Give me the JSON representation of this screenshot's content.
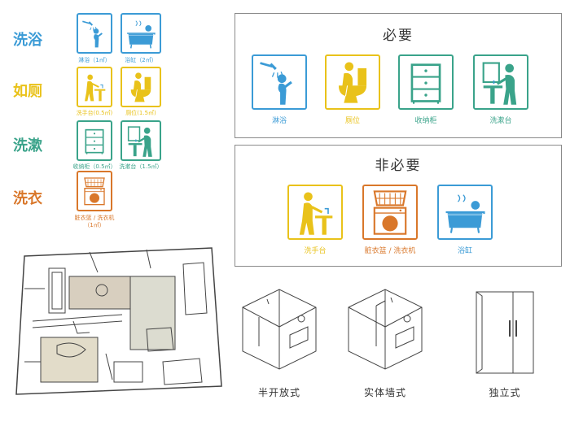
{
  "left_column": {
    "categories": [
      {
        "label": "洗浴",
        "color": "#3b9bd6"
      },
      {
        "label": "如厕",
        "color": "#e9c21a"
      },
      {
        "label": "洗漱",
        "color": "#3aa38a"
      },
      {
        "label": "洗衣",
        "color": "#d9772a"
      }
    ],
    "tiles": [
      {
        "icon": "shower-icon",
        "caption": "淋浴（1㎡）"
      },
      {
        "icon": "bathtub-icon",
        "caption": "浴缸（2㎡）"
      },
      {
        "icon": "hand-wash-sink-icon",
        "caption": "洗手台(0.5㎡)"
      },
      {
        "icon": "toilet-icon",
        "caption": "厕位(1.5㎡)"
      },
      {
        "icon": "storage-cabinet-icon",
        "caption": "收纳柜（0.5㎡）"
      },
      {
        "icon": "vanity-basin-icon",
        "caption": "洗漱台（1.5㎡）"
      },
      {
        "icon": "laundry-basket-washer-icon",
        "caption": "脏衣篮 / 洗衣机",
        "caption2": "（1㎡）"
      }
    ]
  },
  "essential": {
    "title": "必要",
    "items": [
      {
        "icon": "shower-icon",
        "caption": "淋浴"
      },
      {
        "icon": "toilet-icon",
        "caption": "厕位"
      },
      {
        "icon": "storage-cabinet-icon",
        "caption": "收纳柜"
      },
      {
        "icon": "vanity-basin-icon",
        "caption": "洗漱台"
      }
    ]
  },
  "nonessential": {
    "title": "非必要",
    "items": [
      {
        "icon": "hand-wash-sink-icon",
        "caption": "洗手台"
      },
      {
        "icon": "laundry-basket-washer-icon",
        "caption": "脏衣篮 / 洗衣机"
      },
      {
        "icon": "bathtub-icon",
        "caption": "浴缸"
      }
    ]
  },
  "layouts": [
    {
      "label": "半开放式"
    },
    {
      "label": "实体墙式"
    },
    {
      "label": "独立式"
    }
  ],
  "colors": {
    "blue": "#3b9bd6",
    "yellow": "#e9c21a",
    "teal": "#3aa38a",
    "orange": "#d9772a"
  }
}
